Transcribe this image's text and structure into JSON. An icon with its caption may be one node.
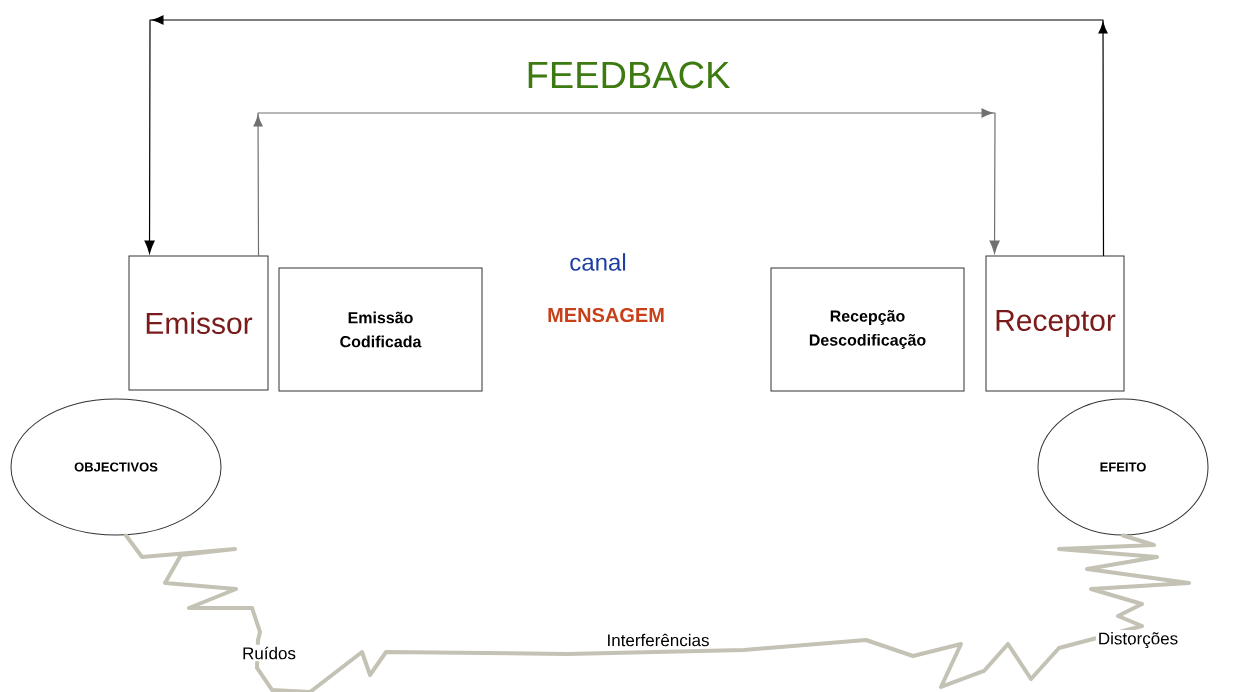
{
  "diagram": {
    "nodes": [
      {
        "text": [
          "Emissor"
        ]
      },
      {
        "text": [
          "Emissão Codificada"
        ]
      },
      {
        "text": [
          "Recepção Descodificação"
        ]
      },
      {
        "text": [
          "Receptor"
        ]
      },
      {
        "text": [
          "OBJECTIVOS"
        ]
      },
      {
        "text": [
          "EFEITO"
        ]
      }
    ],
    "edges": [
      {
        "from": 0,
        "to": 3,
        "arrow": "to",
        "color": "#707070"
      },
      {
        "from": 3,
        "to": 0,
        "arrow": "to",
        "color": "#000000"
      },
      {
        "from": 4,
        "to": 5,
        "arrow": "none",
        "style": "thick",
        "color": "#c4c2b4"
      }
    ],
    "labels": [
      "FEEDBACK",
      "canal",
      "MENSAGEM",
      "Ruídos",
      "Interferências",
      "Distorções"
    ]
  }
}
